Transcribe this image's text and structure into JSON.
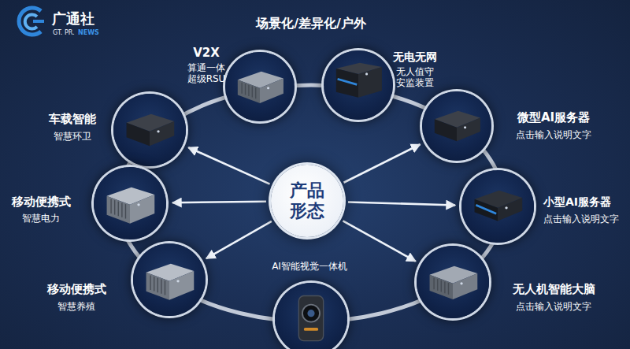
{
  "diagram": {
    "title": "场景化/差异化/户外",
    "nodes": [
      {
        "text": [
          "车载智能",
          "智慧环卫"
        ]
      },
      {
        "text": [
          "V2X",
          "算通一体 超级RSU"
        ]
      },
      {
        "text": [
          "无电无网",
          "无人值守 安监装置"
        ]
      },
      {
        "text": [
          "微型AI服务器",
          "点击输入说明文字"
        ]
      },
      {
        "text": [
          "移动便携式",
          "智慧电力"
        ]
      },
      {
        "text": [
          "产品 形态"
        ]
      },
      {
        "text": [
          "小型AI服务器",
          "点击输入说明文字"
        ]
      },
      {
        "text": [
          "移动便携式",
          "智慧养殖"
        ]
      },
      {
        "text": [
          "AI智能视觉一体机"
        ]
      },
      {
        "text": [
          "无人机智能大脑",
          "点击输入说明文字"
        ]
      }
    ],
    "edges": [
      {
        "from": 5,
        "to": 0,
        "arrow": "to"
      },
      {
        "from": 5,
        "to": 4,
        "arrow": "to"
      },
      {
        "from": 5,
        "to": 7,
        "arrow": "to"
      },
      {
        "from": 5,
        "to": 3,
        "arrow": "to"
      },
      {
        "from": 5,
        "to": 6,
        "arrow": "to"
      },
      {
        "from": 5,
        "to": 9,
        "arrow": "to"
      }
    ],
    "labels": [
      "广通社",
      "GT. PR.",
      "NEWS"
    ]
  }
}
